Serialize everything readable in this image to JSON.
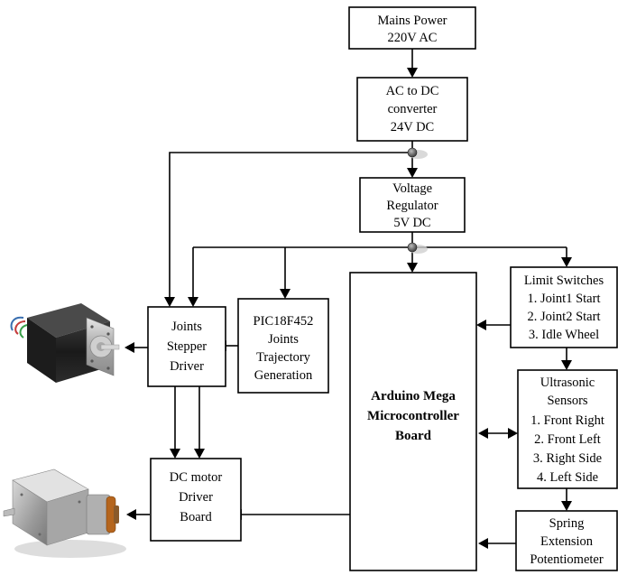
{
  "blocks": {
    "mains_power": [
      "Mains Power",
      "220V AC"
    ],
    "ac_dc_converter": [
      "AC to DC",
      "converter",
      "24V DC"
    ],
    "voltage_regulator": [
      "Voltage",
      "Regulator",
      "5V DC"
    ],
    "limit_switches": [
      "Limit Switches",
      "1. Joint1 Start",
      "2. Joint2 Start",
      "3. Idle Wheel"
    ],
    "pic_controller": [
      "PIC18F452",
      "Joints",
      "Trajectory",
      "Generation"
    ],
    "stepper_driver": [
      "Joints",
      "Stepper",
      "Driver"
    ],
    "arduino": [
      "Arduino Mega",
      "Microcontroller",
      "Board"
    ],
    "ultrasonic": [
      "Ultrasonic",
      "Sensors",
      "1. Front Right",
      "2. Front Left",
      "3. Right Side",
      "4. Left Side"
    ],
    "dc_driver": [
      "DC motor",
      "Driver",
      "Board"
    ],
    "potentiometer": [
      "Spring",
      "Extension",
      "Potentiometer"
    ]
  },
  "images": {
    "stepper_motor": "stepper-motor-photo",
    "dc_gear_motor": "dc-gear-motor-photo"
  },
  "colors": {
    "line": "#000000",
    "box_fill": "#ffffff",
    "junction": "#555555"
  }
}
